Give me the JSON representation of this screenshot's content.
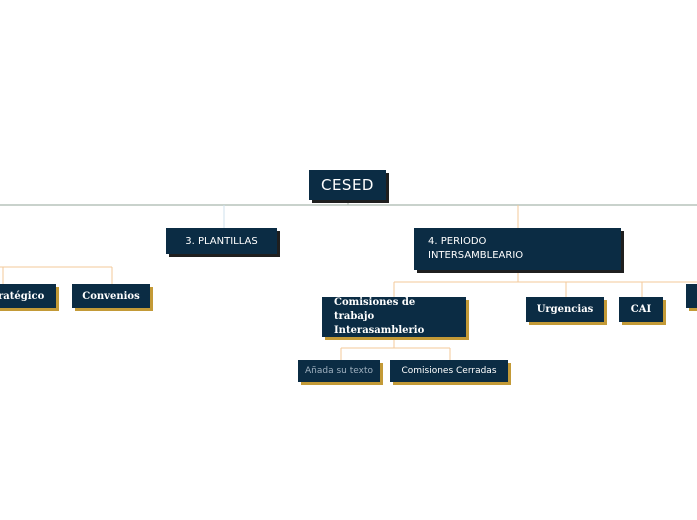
{
  "root": {
    "label": "CESED"
  },
  "branches": {
    "plantillas": {
      "label": "3. PLANTILLAS"
    },
    "periodo": {
      "label": "4. PERIODO INTERSAMBLEARIO"
    }
  },
  "left_children": {
    "estrategico": {
      "label": "ratégico"
    },
    "convenios": {
      "label": "Convenios"
    }
  },
  "periodo_children": {
    "comisiones": {
      "label": "Comisiones de trabajo Interasamblerio"
    },
    "urgencias": {
      "label": "Urgencias"
    },
    "cai": {
      "label": "CAI"
    }
  },
  "comisiones_children": {
    "placeholder": {
      "label": "Añada su texto"
    },
    "cerradas": {
      "label": "Comisiones Cerradas"
    }
  },
  "colors": {
    "node_bg": "#0b2c44",
    "node_text": "#ffffff",
    "connector": "#f3c99a",
    "main_line": "#a9b7ad",
    "shadow_gold": "#c39a37",
    "shadow_dark": "#1f1f1f"
  }
}
